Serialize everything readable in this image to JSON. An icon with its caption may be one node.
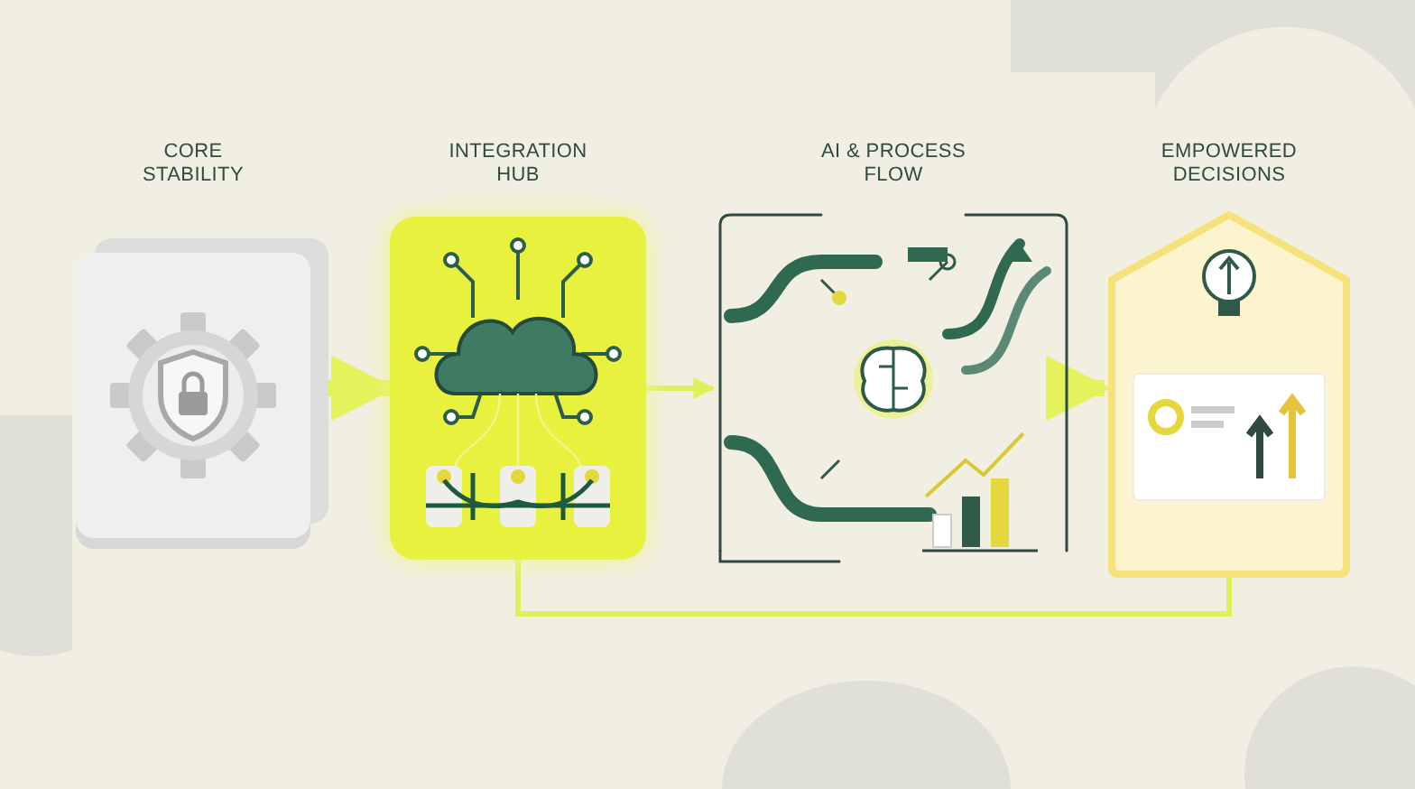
{
  "diagram": {
    "nodes": [
      {
        "text": [
          "CORE STABILITY"
        ]
      },
      {
        "text": [
          "INTEGRATION HUB"
        ]
      },
      {
        "text": [
          "AI & PROCESS FLOW"
        ]
      },
      {
        "text": [
          "EMPOWERED DECISIONS"
        ]
      }
    ],
    "edges": [
      {
        "from": 0,
        "to": 1,
        "arrow": "to",
        "style": "thick"
      },
      {
        "from": 1,
        "to": 2,
        "arrow": "to"
      },
      {
        "from": 2,
        "to": 3,
        "arrow": "to",
        "style": "thick"
      },
      {
        "from": 3,
        "to": 1,
        "arrow": "none"
      }
    ]
  }
}
